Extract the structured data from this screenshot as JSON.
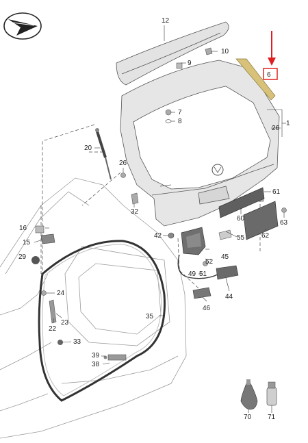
{
  "diagram": {
    "callouts": [
      {
        "id": "12",
        "text": "12"
      },
      {
        "id": "10",
        "text": "10"
      },
      {
        "id": "9",
        "text": "9"
      },
      {
        "id": "7",
        "text": "7"
      },
      {
        "id": "8",
        "text": "8"
      },
      {
        "id": "1",
        "text": "1"
      },
      {
        "id": "26a",
        "text": "26"
      },
      {
        "id": "20",
        "text": "20"
      },
      {
        "id": "26b",
        "text": "26"
      },
      {
        "id": "32",
        "text": "32"
      },
      {
        "id": "61",
        "text": "61"
      },
      {
        "id": "60",
        "text": "60"
      },
      {
        "id": "63",
        "text": "63"
      },
      {
        "id": "62",
        "text": "62"
      },
      {
        "id": "55",
        "text": "55"
      },
      {
        "id": "16",
        "text": "16"
      },
      {
        "id": "15",
        "text": "15"
      },
      {
        "id": "29",
        "text": "29"
      },
      {
        "id": "42",
        "text": "42"
      },
      {
        "id": "45",
        "text": "45"
      },
      {
        "id": "52",
        "text": "52"
      },
      {
        "id": "51",
        "text": "51"
      },
      {
        "id": "49",
        "text": "49"
      },
      {
        "id": "44",
        "text": "44"
      },
      {
        "id": "46",
        "text": "46"
      },
      {
        "id": "24",
        "text": "24"
      },
      {
        "id": "22",
        "text": "22"
      },
      {
        "id": "23",
        "text": "23"
      },
      {
        "id": "33",
        "text": "33"
      },
      {
        "id": "35",
        "text": "35"
      },
      {
        "id": "39",
        "text": "39"
      },
      {
        "id": "38",
        "text": "38"
      },
      {
        "id": "70",
        "text": "70"
      },
      {
        "id": "71",
        "text": "71"
      },
      {
        "id": "6",
        "text": "6"
      }
    ],
    "highlight": {
      "part": "6",
      "color": "#e02020"
    },
    "colors": {
      "panel": "#e6e6e6",
      "part_fill": "#cfcfcf",
      "strip": "#d8c27a",
      "dark_part": "#6f6f6f"
    }
  }
}
